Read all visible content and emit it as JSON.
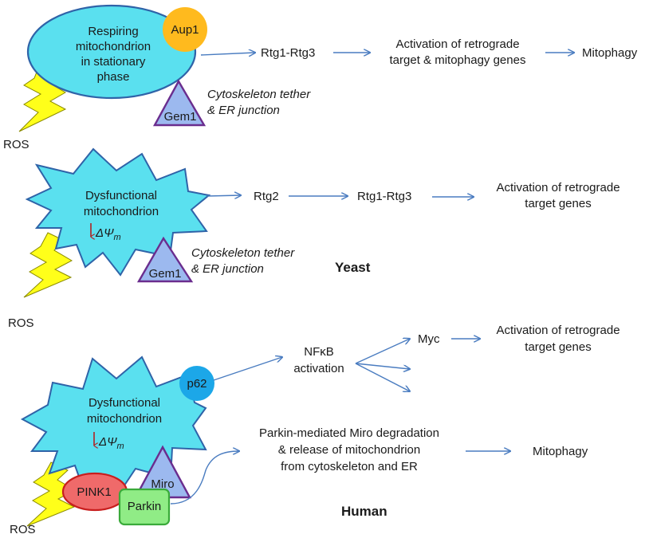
{
  "colors": {
    "mito_fill": "#5ae0ef",
    "mito_stroke": "#2f63a8",
    "bolt_fill": "#ffff1a",
    "bolt_stroke": "#8a8a00",
    "arrow": "#4a7cc0",
    "aup1": "#ffba1e",
    "gem1_fill": "#9cb9ef",
    "gem1_stroke": "#6a2d8e",
    "p62": "#1ca7e8",
    "pink1_fill": "#ef6a6a",
    "pink1_stroke": "#c81e1e",
    "parkin_fill": "#90ec86",
    "parkin_stroke": "#3aaa3a",
    "delta_arrow": "#b22222"
  },
  "icons": [
    "lightning-bolt-icon",
    "down-arrow-icon"
  ],
  "panel1": {
    "mito": [
      "Respiring",
      "mitochondrion",
      "in stationary",
      "phase"
    ],
    "aup1": "Aup1",
    "gem1": "Gem1",
    "tether": [
      "Cytoskeleton tether",
      "& ER junction"
    ],
    "ros": "ROS",
    "step1": "Rtg1-Rtg3",
    "step2": [
      "Activation of retrograde",
      "target & mitophagy genes"
    ],
    "step3": "Mitophagy"
  },
  "panel2": {
    "mito": [
      "Dysfunctional",
      "mitochondrion"
    ],
    "delta": "ΔΨ",
    "delta_sub": "m",
    "gem1": "Gem1",
    "tether": [
      "Cytoskeleton tether",
      "& ER junction"
    ],
    "ros": "ROS",
    "step1": "Rtg2",
    "step2": "Rtg1-Rtg3",
    "step3": [
      "Activation of retrograde",
      "target genes"
    ],
    "organism": "Yeast"
  },
  "panel3": {
    "mito": [
      "Dysfunctional",
      "mitochondrion"
    ],
    "delta": "ΔΨ",
    "delta_sub": "m",
    "p62": "p62",
    "pink1": "PINK1",
    "parkin": "Parkin",
    "miro": "Miro",
    "ros": "ROS",
    "nfkb": [
      "NFκB",
      "activation"
    ],
    "myc": "Myc",
    "myc_target": [
      "Activation of retrograde",
      "target genes"
    ],
    "miro_deg": [
      "Parkin-mediated Miro degradation",
      "& release of mitochondrion",
      "from cytoskeleton and ER"
    ],
    "mitophagy": "Mitophagy",
    "organism": "Human"
  }
}
